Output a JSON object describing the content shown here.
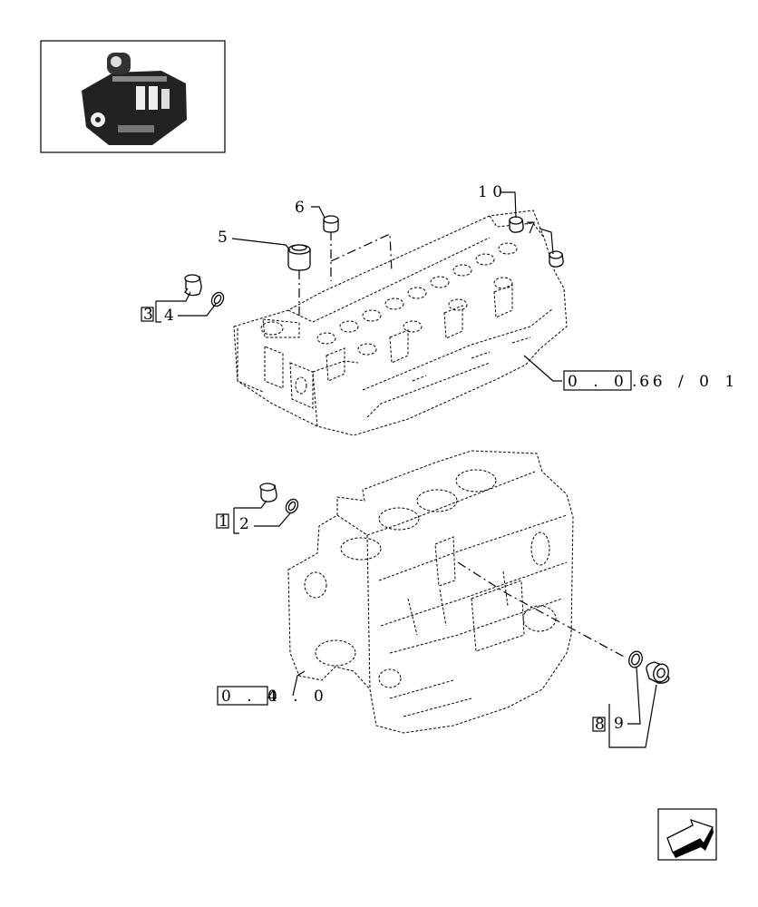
{
  "thumbnail": {
    "icon": "engine-thumbnail-icon"
  },
  "callouts": {
    "c1": "1",
    "c2": "2",
    "c3": "3",
    "c4": "4",
    "c5": "5",
    "c6": "6",
    "c7": "7",
    "c8": "8",
    "c9": "9",
    "c10": "1 0"
  },
  "references": {
    "head_box": "0 . 0 6",
    "head_suffix": ". 6 / 0 1",
    "block_box": "0 . 0",
    "block_suffix": "4 . 0"
  },
  "nav": {
    "icon": "arrow-icon"
  }
}
